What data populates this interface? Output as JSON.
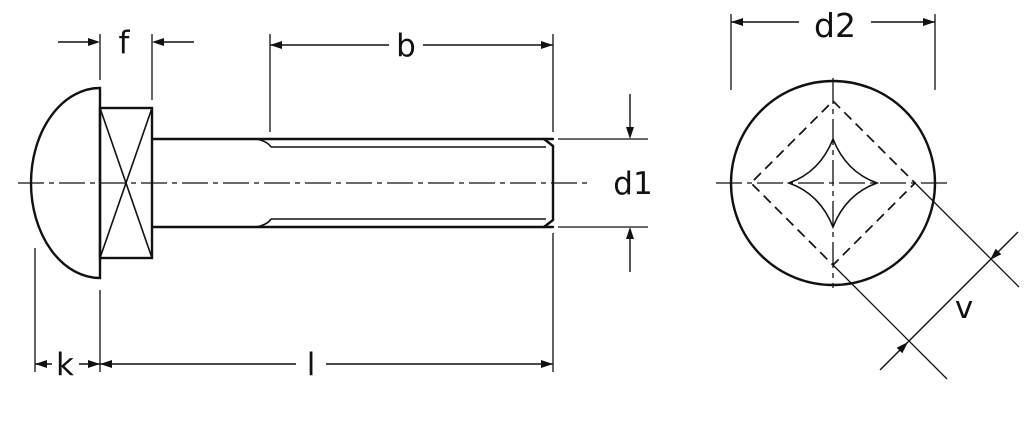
{
  "drawing": {
    "colors": {
      "line": "#111111",
      "background": "#ffffff"
    },
    "labels": {
      "f": "f",
      "b": "b",
      "d1": "d1",
      "k": "k",
      "l": "l",
      "d2": "d2",
      "v": "v"
    }
  }
}
